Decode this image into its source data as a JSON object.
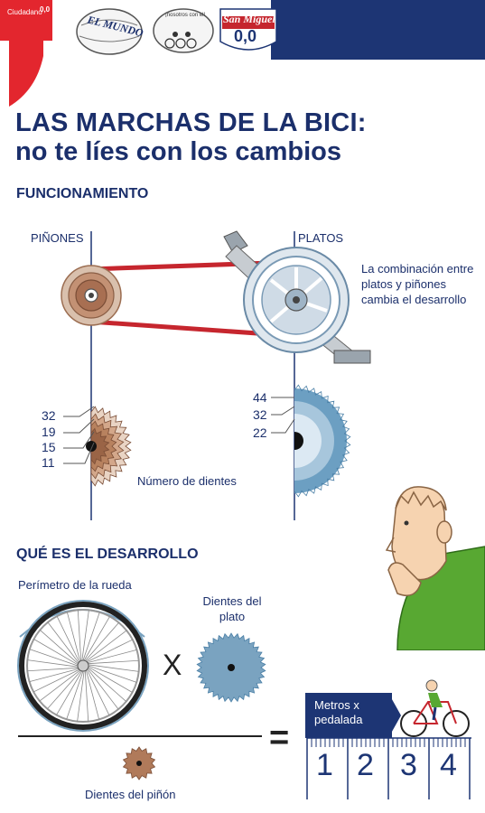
{
  "header": {
    "ciudadano": "Ciudadano",
    "logo_mundo": "EL MUNDO",
    "logo_nosotros": "¡nosotros con el!",
    "logo_san_miguel": "San Miguel",
    "logo_00": "0,0"
  },
  "title": {
    "line1": "LAS MARCHAS DE LA BICI:",
    "line2": "no te líes con los cambios"
  },
  "funcionamiento": {
    "heading": "FUNCIONAMIENTO",
    "pinones": "PIÑONES",
    "platos": "PLATOS",
    "combination": "La combinación entre platos y piñones cambia el desarrollo",
    "pinon_teeth": [
      "32",
      "19",
      "15",
      "11"
    ],
    "plato_teeth": [
      "44",
      "32",
      "22"
    ],
    "teeth_label": "Número de dientes"
  },
  "desarrollo": {
    "heading": "QUÉ ES EL DESARROLLO",
    "perimetro": "Perímetro de la rueda",
    "dientes_plato": "Dientes del plato",
    "dientes_pinon": "Dientes del piñón",
    "times": "X",
    "equals": "=",
    "metros": "Metros x pedalada",
    "scale": [
      "1",
      "2",
      "3",
      "4"
    ]
  },
  "colors": {
    "navy": "#1d3574",
    "red": "#e3262e",
    "chain": "#c6262e",
    "gear_brown": "#b07a5a",
    "gear_blue": "#7aa3c0",
    "shirt_green": "#58a832"
  }
}
